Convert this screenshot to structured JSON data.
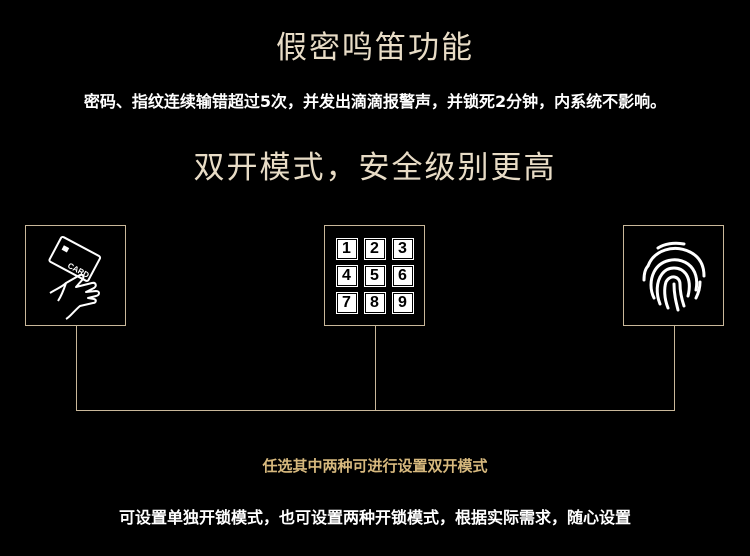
{
  "heading": {
    "title": "假密鸣笛功能",
    "warning": "密码、指纹连续输错超过5次，并发出滴滴报警声，并锁死2分钟，内系统不影响。",
    "subtitle": "双开模式，安全级别更高"
  },
  "methods": {
    "card": {
      "icon": "card-hand-icon",
      "label": "CARD"
    },
    "keypad": {
      "icon": "keypad-icon",
      "keys": [
        "1",
        "2",
        "3",
        "4",
        "5",
        "6",
        "7",
        "8",
        "9"
      ]
    },
    "fingerprint": {
      "icon": "fingerprint-icon"
    }
  },
  "captions": {
    "option": "任选其中两种可进行设置双开模式",
    "footer": "可设置单独开锁模式，也可设置两种开锁模式，根据实际需求，随心设置"
  },
  "colors": {
    "background": "#000000",
    "gold": "#d7b97e",
    "cream": "#e8dcc6",
    "line": "#c9b89a"
  }
}
